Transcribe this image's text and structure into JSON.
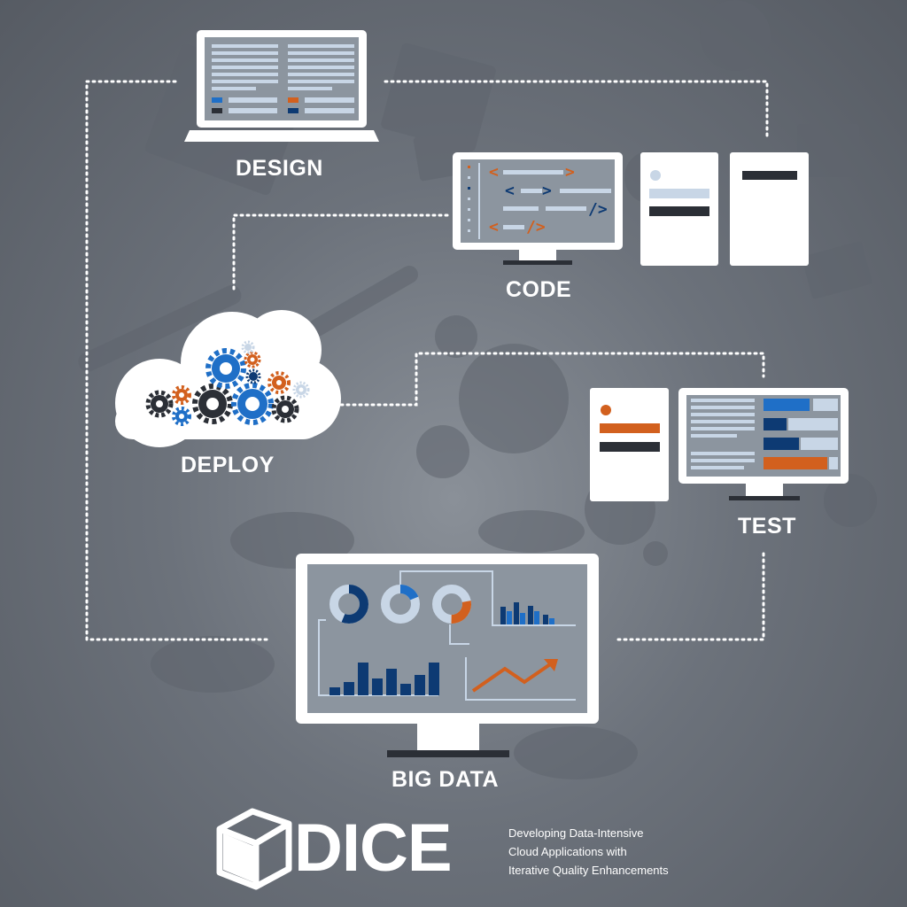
{
  "stages": {
    "design": "DESIGN",
    "code": "CODE",
    "deploy": "DEPLOY",
    "test": "TEST",
    "big_data": "BIG DATA"
  },
  "logo": {
    "name": "DICE",
    "tagline": [
      "Developing Data-Intensive",
      "Cloud Applications with",
      "Iterative Quality Enhancements"
    ]
  },
  "colors": {
    "background": "#6c727b",
    "orange": "#d2601e",
    "blue": "#1f6fc7",
    "navy": "#0d3a73",
    "dark": "#2b2f36",
    "light_blue": "#c8d6e6",
    "white": "#ffffff"
  },
  "code_glyphs": [
    "<",
    ">",
    "<",
    ">",
    "/>",
    "<",
    "/>"
  ]
}
